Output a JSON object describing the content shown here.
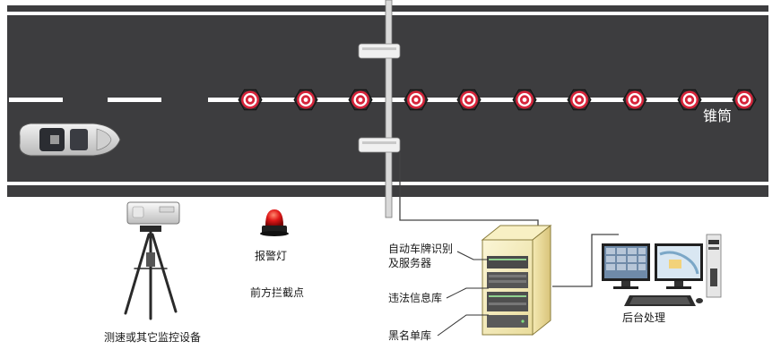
{
  "labels": {
    "cone": "锥筒",
    "warning_light": "报警灯",
    "intercept_point": "前方拦截点",
    "speed_device": "测速或其它监控设备",
    "plate_server_line1": "自动车牌识别",
    "plate_server_line2": "及服务器",
    "violation_db": "违法信息库",
    "blacklist_db": "黑名单库",
    "backend": "后台处理"
  },
  "colors": {
    "road": "#3d3d3f",
    "lane_mark": "#ffffff",
    "cone_red": "#d6243a",
    "warning_red": "#e01818",
    "server_face": "#f6efc2"
  }
}
